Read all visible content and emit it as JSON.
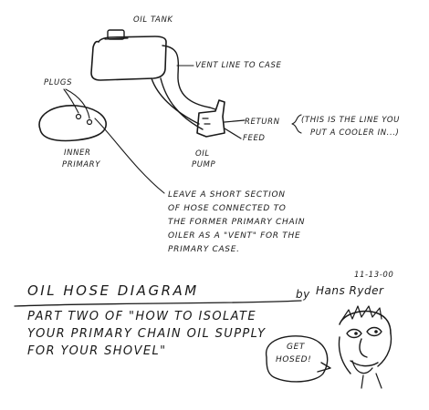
{
  "labels": {
    "oil_tank": "OIL TANK",
    "vent_line": "VENT LINE TO CASE",
    "plugs": "PLUGS",
    "return": "RETURN",
    "return_note_1": "(THIS IS THE LINE YOU",
    "return_note_2": "PUT A COOLER IN...)",
    "feed": "FEED",
    "oil_pump_1": "OIL",
    "oil_pump_2": "PUMP",
    "inner_primary_1": "INNER",
    "inner_primary_2": "PRIMARY",
    "leave_note": [
      "LEAVE A SHORT SECTION",
      "OF HOSE CONNECTED TO",
      "THE FORMER PRIMARY CHAIN",
      "OILER AS A \"VENT\" FOR THE",
      "PRIMARY CASE."
    ]
  },
  "footer": {
    "date": "11-13-00",
    "title": "OIL HOSE DIAGRAM",
    "byline": "by",
    "author": "Hans Ryder",
    "subtitle": [
      "PART TWO OF \"HOW TO ISOLATE",
      "YOUR PRIMARY CHAIN OIL SUPPLY",
      "FOR YOUR SHOVEL\""
    ],
    "bubble": [
      "GET",
      "HOSED!"
    ]
  },
  "colors": {
    "ink": "#1a1a1a",
    "paper": "#ffffff"
  }
}
